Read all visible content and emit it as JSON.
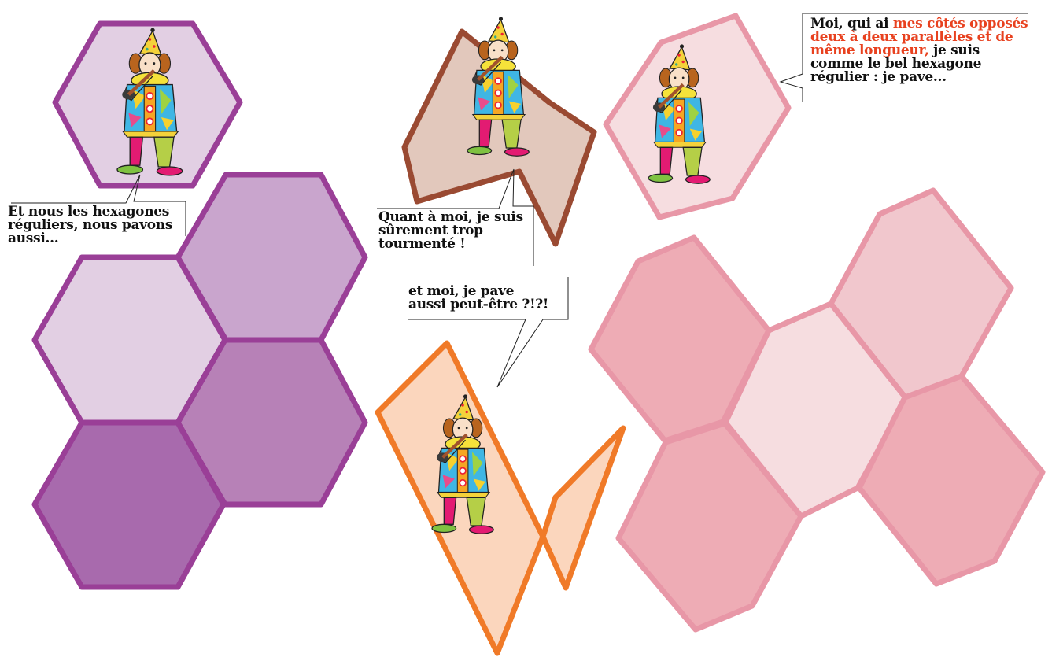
{
  "colors": {
    "purple_stroke": "#9a3f97",
    "purple_fill_light": "#e2cfe3",
    "purple_fill_mid": "#c9a5cd",
    "purple_fill_mid2": "#b781b7",
    "purple_fill_dark": "#a86aad",
    "brown_stroke": "#9a4a32",
    "brown_fill": "#e2c8bc",
    "pink_stroke": "#e897a7",
    "pink_fill_light": "#f6dde0",
    "pink_fill_mid": "#f1c7cd",
    "pink_fill_dark": "#eeacb5",
    "orange_stroke": "#f07a28",
    "orange_fill": "#fbd6bd",
    "highlight_text": "#e8411f"
  },
  "speech": {
    "hexagons_regular": {
      "line1": "Et nous les hexagones",
      "line2": "réguliers, nous pavons",
      "line3": " aussi..."
    },
    "tormented": {
      "line1": "Quant à moi, je suis",
      "line2": "sûrement trop",
      "line3": "tourmenté !"
    },
    "maybe": {
      "line1": "et moi, je pave",
      "line2": "aussi peut-être ?!?!"
    },
    "parallel": {
      "line1_a": "Moi, qui ai ",
      "line1_b": "mes côtés opposés",
      "line2": "deux à deux parallèles et de",
      "line3_a": "même longueur,",
      "line3_b": " je suis",
      "line4": "comme le bel hexagone",
      "line5": "régulier : je pave..."
    }
  },
  "figures": {
    "clown": "clown-playing-flute",
    "shapes": [
      "regular-hexagon",
      "concave-polygon",
      "parallel-sided-hexagon",
      "non-convex-zigzag-hexagon"
    ]
  }
}
